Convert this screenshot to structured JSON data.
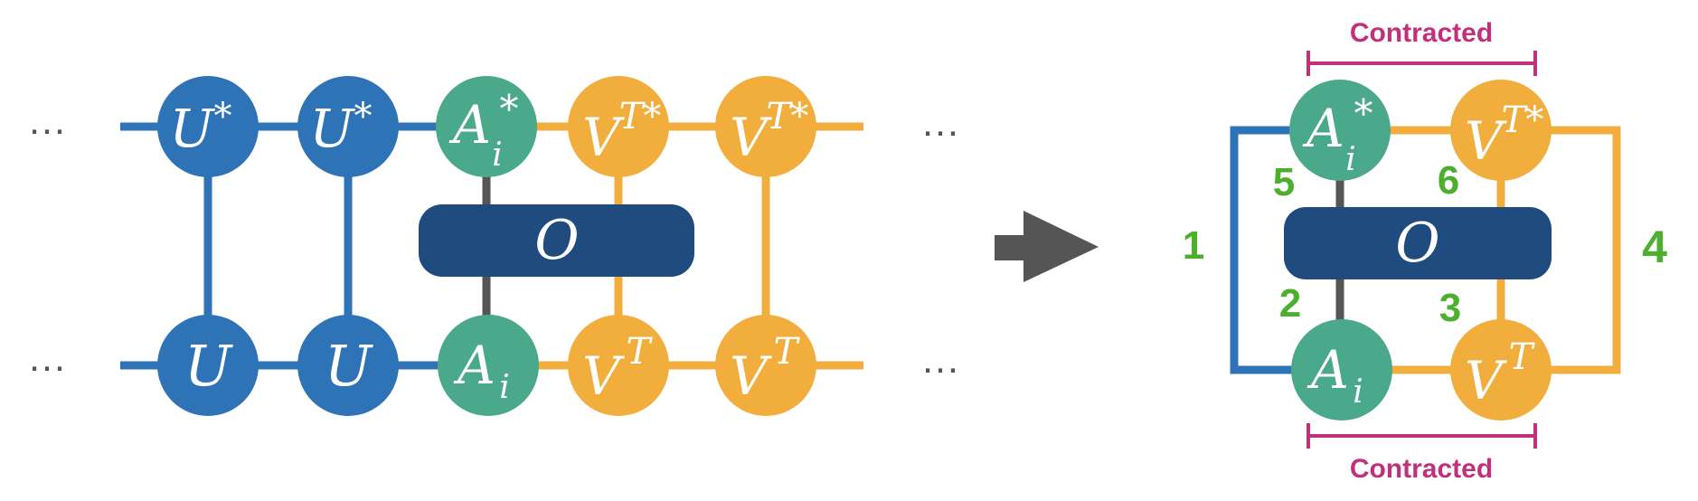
{
  "colors": {
    "blue": "#2f73b7",
    "green": "#4aa98b",
    "orange": "#f2ae3d",
    "navy": "#1f4b7f",
    "gray": "#555555",
    "dots": "#555555",
    "index_green": "#4caf2e",
    "contract_magenta": "#c1307a"
  },
  "left_network": {
    "ellipsis": "…",
    "top_row": [
      {
        "base": "U",
        "sup": "*",
        "sub": ""
      },
      {
        "base": "U",
        "sup": "*",
        "sub": ""
      },
      {
        "base": "A",
        "sup": "*",
        "sub": "i"
      },
      {
        "base": "V",
        "sup": "T*",
        "sub": ""
      },
      {
        "base": "V",
        "sup": "T*",
        "sub": ""
      }
    ],
    "bottom_row": [
      {
        "base": "U",
        "sup": "",
        "sub": ""
      },
      {
        "base": "U",
        "sup": "",
        "sub": ""
      },
      {
        "base": "A",
        "sup": "",
        "sub": "i"
      },
      {
        "base": "V",
        "sup": "T",
        "sub": ""
      },
      {
        "base": "V",
        "sup": "T",
        "sub": ""
      }
    ],
    "operator": "O"
  },
  "arrow": "right-arrow-icon",
  "right_network": {
    "top_nodes": [
      {
        "base": "A",
        "sup": "*",
        "sub": "i"
      },
      {
        "base": "V",
        "sup": "T*",
        "sub": ""
      }
    ],
    "bottom_nodes": [
      {
        "base": "A",
        "sup": "",
        "sub": "i"
      },
      {
        "base": "V",
        "sup": "T",
        "sub": ""
      }
    ],
    "operator": "O",
    "indices": [
      "1",
      "2",
      "3",
      "4",
      "5",
      "6"
    ],
    "contracted_top": "Contracted",
    "contracted_bottom": "Contracted"
  }
}
